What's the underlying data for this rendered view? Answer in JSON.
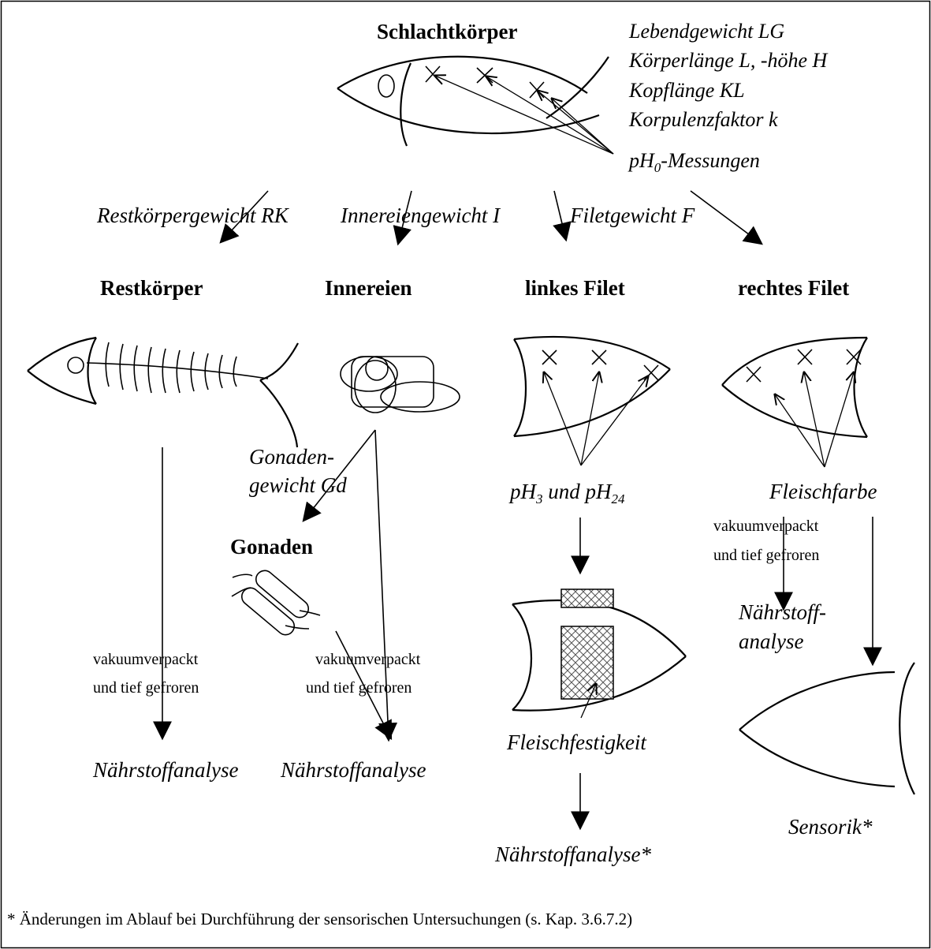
{
  "nodes": {
    "carcass": "Schlachtkörper",
    "rest_body": "Restkörper",
    "innards": "Innereien",
    "left_fillet": "linkes Filet",
    "right_fillet": "rechtes Filet",
    "gonads": "Gonaden"
  },
  "measurements": {
    "carcass_list": [
      "Lebendgewicht LG",
      "Körperlänge L, -höhe H",
      "Kopflänge KL",
      "Korpulenzfaktor k"
    ],
    "ph0_prefix": "pH",
    "ph0_sub": "0",
    "ph0_suffix": "-Messungen",
    "rest_weight": "Restkörpergewicht RK",
    "innards_weight": "Innereiengewicht I",
    "fillet_weight": "Filetgewicht F",
    "gonad_weight_line1": "Gonaden-",
    "gonad_weight_line2": "gewicht Gd",
    "ph3_prefix": "pH",
    "ph3_sub": "3",
    "ph3_mid": " und pH",
    "ph24_sub": "24",
    "meat_color": "Fleischfarbe",
    "firmness": "Fleischfestigkeit"
  },
  "process_notes": {
    "vacuum_line1": "vakuumverpackt",
    "vacuum_line2": "und tief gefroren"
  },
  "outputs": {
    "nutrient_analysis": "Nährstoffanalyse",
    "nutrient_analysis_star": "Nährstoffanalyse*",
    "nutrient_split_line1": "Nährstoff-",
    "nutrient_split_line2": "analyse",
    "sensory": "Sensorik*"
  },
  "footnote": "* Änderungen im Ablauf bei Durchführung der sensorischen Untersuchungen (s. Kap. 3.6.7.2)"
}
